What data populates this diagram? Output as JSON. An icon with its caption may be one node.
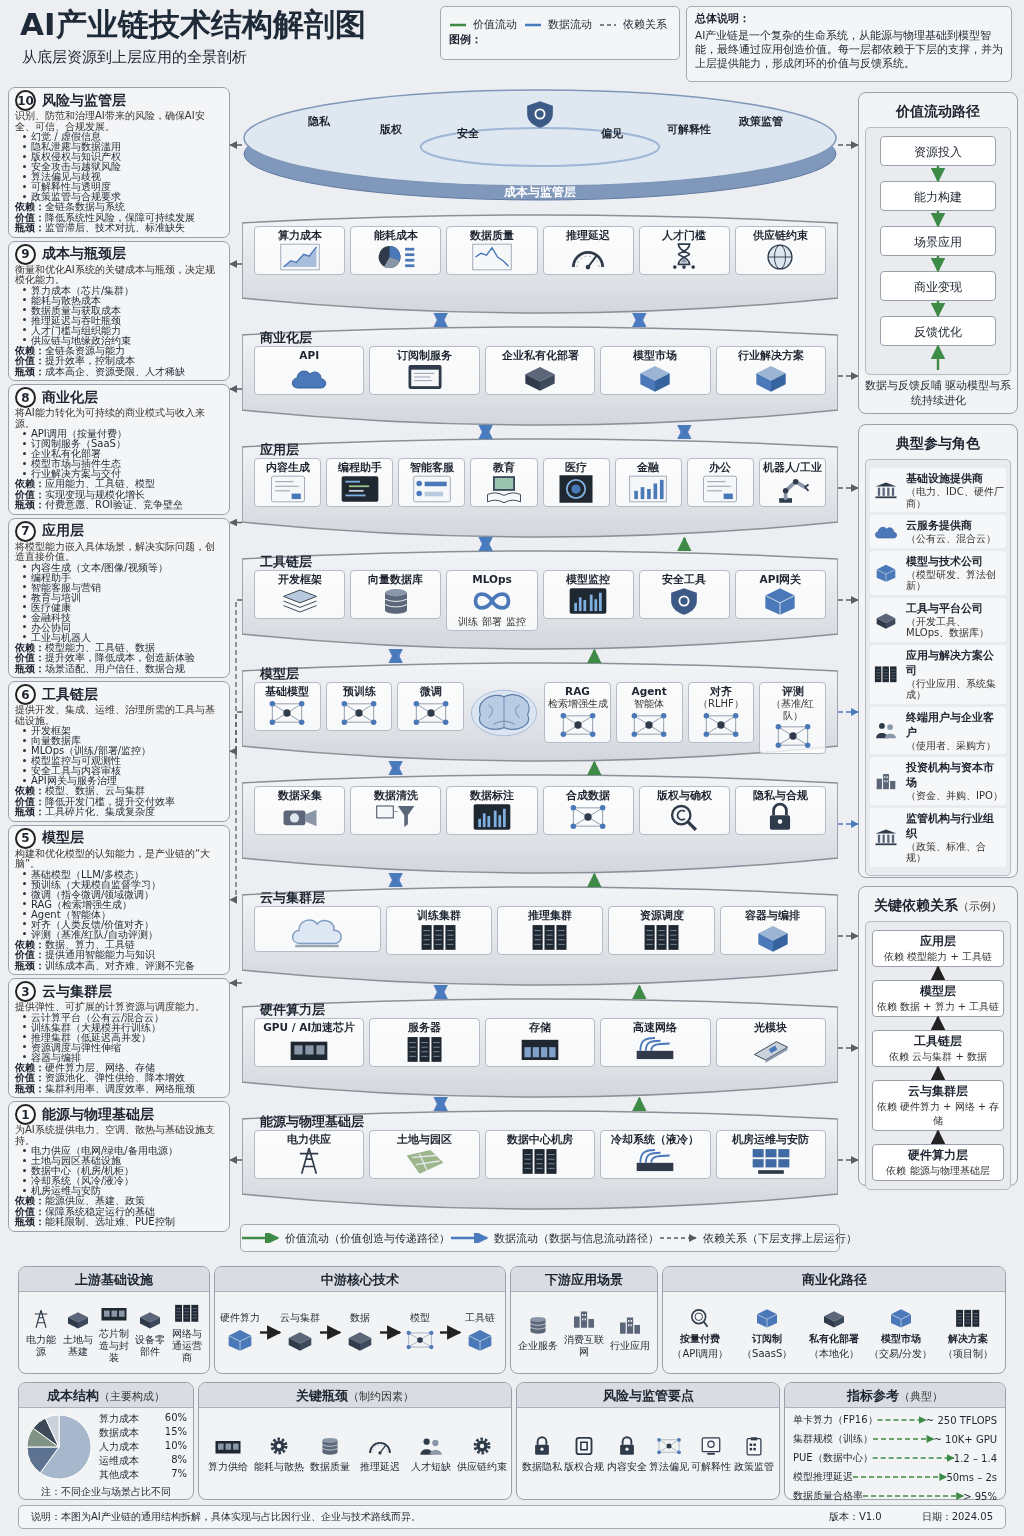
{
  "diagram": {
    "title": "AI产业链技术结构解剖图",
    "nodes": [
      {
        "text": [
          "10",
          "风险与监管层",
          "识别、防范和治理AI带来的风险，确保AI安全、可信、合规发展。",
          "幻觉 / 虚假信息",
          "隐私泄露与数据滥用",
          "版权侵权与知识产权",
          "安全攻击与越狱风险",
          "算法偏见与歧视",
          "可解释性与透明度",
          "政策监管与合规要求",
          "**依赖：**全链条数据与系统",
          "**价值：**降低系统性风险，保障可持续发展",
          "**瓶颈：**监管滞后、技术对抗、标准缺失"
        ]
      },
      {
        "text": [
          "9",
          "成本与瓶颈层",
          "衡量和优化AI系统的关键成本与瓶颈，决定规模化能力。",
          "算力成本（芯片/集群）",
          "能耗与散热成本",
          "数据质量与获取成本",
          "推理延迟与吞吐瓶颈",
          "人才门槛与组织能力",
          "供应链与地缘政治约束",
          "**依赖：**全链条资源与能力",
          "**价值：**提升效率，控制成本",
          "**瓶颈：**成本高企、资源受限、人才稀缺"
        ]
      },
      {
        "text": [
          "8",
          "商业化层",
          "将AI能力转化为可持续的商业模式与收入来源。",
          "API调用（按量付费）",
          "订阅制服务（SaaS）",
          "企业私有化部署",
          "模型市场与插件生态",
          "行业解决方案与交付",
          "**依赖：**应用能力、工具链、模型",
          "**价值：**实现变现与规模化增长",
          "**瓶颈：**付费意愿、ROI验证、竞争壁垒"
        ]
      },
      {
        "text": [
          "7",
          "应用层",
          "将模型能力嵌入具体场景，解决实际问题，创造直接价值。",
          "内容生成（文本/图像/视频等）",
          "编程助手",
          "智能客服与营销",
          "教育与培训",
          "医疗健康",
          "金融科技",
          "办公协同",
          "工业与机器人",
          "**依赖：**模型能力、工具链、数据",
          "**价值：**提升效率，降低成本，创造新体验",
          "**瓶颈：**场景适配、用户信任、数据合规"
        ]
      },
      {
        "text": [
          "6",
          "工具链层",
          "提供开发、集成、运维、治理所需的工具与基础设施。",
          "开发框架",
          "向量数据库",
          "MLOps（训练/部署/监控）",
          "模型监控与可观测性",
          "安全工具与内容审核",
          "API网关与服务治理",
          "**依赖：**模型、数据、云与集群",
          "**价值：**降低开发门槛，提升交付效率",
          "**瓶颈：**工具碎片化、集成复杂度"
        ]
      },
      {
        "text": [
          "5",
          "模型层",
          "构建和优化模型的认知能力，是产业链的“大脑”。",
          "基础模型（LLM/多模态）",
          "预训练（大规模自监督学习）",
          "微调（指令微调/领域微调）",
          "RAG（检索增强生成）",
          "Agent（智能体）",
          "对齐（人类反馈/价值对齐）",
          "评测（基准/红队/自动评测）",
          "**依赖：**数据、算力、工具链",
          "**价值：**提供通用智能能力与知识",
          "**瓶颈：**训练成本高、对齐难、评测不完备"
        ]
      },
      {
        "text": [
          "3",
          "云与集群层",
          "提供弹性、可扩展的计算资源与调度能力。",
          "云计算平台（公有云/混合云）",
          "训练集群（大规模并行训练）",
          "推理集群（低延迟高并发）",
          "资源调度与弹性伸缩",
          "容器与编排",
          "**依赖：**硬件算力层、网络、存储",
          "**价值：**资源池化、弹性供给、降本增效",
          "**瓶颈：**集群利用率、调度效率、网络瓶颈"
        ]
      },
      {
        "text": [
          "1",
          "能源与物理基础层",
          "为AI系统提供电力、空调、散热与基础设施支持。",
          "电力供应（电网/绿电/备用电源）",
          "土地与园区基础设施",
          "数据中心（机房/机柜）",
          "冷却系统（风冷/液冷）",
          "机房运维与安防",
          "**依赖：**能源供应、基建、政策",
          "**价值：**保障系统稳定运行的基础",
          "**瓶颈：**能耗限制、选址难、PUE控制"
        ]
      },
      {
        "text": [
          "隐私",
          "版权",
          "安全",
          "偏见",
          "可解释性",
          "政策监管",
          "成本与监管层"
        ]
      },
      {
        "text": [],
        "shape": "band"
      },
      {
        "text": [
          "算力成本"
        ],
        "in": 9
      },
      {
        "text": [
          "能耗成本"
        ],
        "in": 9
      },
      {
        "text": [
          "数据质量"
        ],
        "in": 9
      },
      {
        "text": [
          "推理延迟"
        ],
        "in": 9
      },
      {
        "text": [
          "人才门槛"
        ],
        "in": 9
      },
      {
        "text": [
          "供应链约束"
        ],
        "in": 9
      },
      {
        "text": [
          "商业化层"
        ]
      },
      {
        "text": [
          "API"
        ],
        "in": 16
      },
      {
        "text": [
          "订阅制服务"
        ],
        "in": 16
      },
      {
        "text": [
          "企业私有化部署"
        ],
        "in": 16
      },
      {
        "text": [
          "模型市场"
        ],
        "in": 16
      },
      {
        "text": [
          "行业解决方案"
        ],
        "in": 16
      },
      {
        "text": [
          "应用层"
        ]
      },
      {
        "text": [
          "内容生成"
        ],
        "in": 22
      },
      {
        "text": [
          "编程助手"
        ],
        "in": 22
      },
      {
        "text": [
          "智能客服"
        ],
        "in": 22
      },
      {
        "text": [
          "教育"
        ],
        "in": 22
      },
      {
        "text": [
          "医疗"
        ],
        "in": 22
      },
      {
        "text": [
          "金融"
        ],
        "in": 22
      },
      {
        "text": [
          "办公"
        ],
        "in": 22
      },
      {
        "text": [
          "机器人/工业"
        ],
        "in": 22
      },
      {
        "text": [
          "工具链层"
        ]
      },
      {
        "text": [
          "开发框架"
        ],
        "in": 31
      },
      {
        "text": [
          "向量数据库"
        ],
        "in": 31
      },
      {
        "text": [
          "MLOps",
          "训练",
          "部署",
          "监控"
        ],
        "in": 31
      },
      {
        "text": [
          "模型监控"
        ],
        "in": 31
      },
      {
        "text": [
          "安全工具"
        ],
        "in": 31
      },
      {
        "text": [
          "API网关"
        ],
        "in": 31
      },
      {
        "text": [
          "模型层"
        ]
      },
      {
        "text": [
          "基础模型"
        ],
        "in": 38
      },
      {
        "text": [
          "预训练"
        ],
        "in": 38
      },
      {
        "text": [
          "微调"
        ],
        "in": 38
      },
      {
        "text": [
          "RAG",
          "检索增强生成"
        ],
        "in": 38
      },
      {
        "text": [
          "Agent",
          "智能体"
        ],
        "in": 38
      },
      {
        "text": [
          "对齐",
          "（RLHF）"
        ],
        "in": 38
      },
      {
        "text": [
          "评测",
          "（基准/红队）"
        ],
        "in": 38
      },
      {
        "text": [],
        "shape": "band"
      },
      {
        "text": [
          "数据采集"
        ],
        "in": 46
      },
      {
        "text": [
          "数据清洗"
        ],
        "in": 46
      },
      {
        "text": [
          "数据标注"
        ],
        "in": 46
      },
      {
        "text": [
          "合成数据"
        ],
        "in": 46
      },
      {
        "text": [
          "版权与确权"
        ],
        "in": 46
      },
      {
        "text": [
          "隐私与合规"
        ],
        "in": 46
      },
      {
        "text": [
          "云与集群层"
        ]
      },
      {
        "text": [],
        "shape": "cloud",
        "in": 53
      },
      {
        "text": [
          "训练集群"
        ],
        "in": 53
      },
      {
        "text": [
          "推理集群"
        ],
        "in": 53
      },
      {
        "text": [
          "资源调度"
        ],
        "in": 53
      },
      {
        "text": [
          "容器与编排"
        ],
        "in": 53
      },
      {
        "text": [
          "硬件算力层"
        ]
      },
      {
        "text": [
          "GPU / AI加速芯片"
        ],
        "in": 59
      },
      {
        "text": [
          "服务器"
        ],
        "in": 59
      },
      {
        "text": [
          "存储"
        ],
        "in": 59
      },
      {
        "text": [
          "高速网络"
        ],
        "in": 59
      },
      {
        "text": [
          "光模块"
        ],
        "in": 59
      },
      {
        "text": [
          "能源与物理基础层"
        ]
      },
      {
        "text": [
          "电力供应"
        ],
        "in": 65
      },
      {
        "text": [
          "土地与园区"
        ],
        "in": 65
      },
      {
        "text": [
          "数据中心机房"
        ],
        "in": 65
      },
      {
        "text": [
          "冷却系统（液冷）"
        ],
        "in": 65
      },
      {
        "text": [
          "机房运维与安防"
        ],
        "in": 65
      },
      {
        "text": [
          "价值流动路径",
          "数据与反馈反哺 驱动模型与系统持续进化"
        ]
      },
      {
        "text": [
          "资源投入"
        ],
        "in": 71
      },
      {
        "text": [
          "能力构建"
        ],
        "in": 71
      },
      {
        "text": [
          "场景应用"
        ],
        "in": 71
      },
      {
        "text": [
          "商业变现"
        ],
        "in": 71
      },
      {
        "text": [
          "反馈优化"
        ],
        "in": 71
      },
      {
        "text": [
          "典型参与角色"
        ]
      },
      {
        "text": [
          "基础设施提供商",
          "（电力、IDC、硬件厂商）"
        ],
        "in": 77
      },
      {
        "text": [
          "云服务提供商",
          "（公有云、混合云）"
        ],
        "in": 77
      },
      {
        "text": [
          "模型与技术公司",
          "（模型研发、算法创新）"
        ],
        "in": 77
      },
      {
        "text": [
          "工具与平台公司",
          "（开发工具、MLOps、数据库）"
        ],
        "in": 77
      },
      {
        "text": [
          "应用与解决方案公司",
          "（行业应用、系统集成）"
        ],
        "in": 77
      },
      {
        "text": [
          "终端用户与企业客户",
          "（使用者、采购方）"
        ],
        "in": 77
      },
      {
        "text": [
          "投资机构与资本市场",
          "（资金、并购、IPO）"
        ],
        "in": 77
      },
      {
        "text": [
          "监管机构与行业组织",
          "（政策、标准、合规）"
        ],
        "in": 77
      },
      {
        "text": [
          "关键依赖关系",
          "（示例）"
        ]
      },
      {
        "text": [
          "应用层",
          "依赖 模型能力 + 工具链"
        ],
        "in": 86
      },
      {
        "text": [
          "模型层",
          "依赖 数据 + 算力 + 工具链"
        ],
        "in": 86
      },
      {
        "text": [
          "工具链层",
          "依赖 云与集群 + 数据"
        ],
        "in": 86
      },
      {
        "text": [
          "云与集群层",
          "依赖 硬件算力 + 网络 + 存储"
        ],
        "in": 86
      },
      {
        "text": [
          "硬件算力层",
          "依赖 能源与物理基础层"
        ],
        "in": 86
      },
      {
        "text": [
          "上游基础设施"
        ]
      },
      {
        "text": [
          "电力能源"
        ],
        "in": 92
      },
      {
        "text": [
          "土地与基建"
        ],
        "in": 92
      },
      {
        "text": [
          "芯片制造与封装"
        ],
        "in": 92
      },
      {
        "text": [
          "设备零部件"
        ],
        "in": 92
      },
      {
        "text": [
          "网络与通运营商"
        ],
        "in": 92
      },
      {
        "text": [
          "中游核心技术"
        ]
      },
      {
        "text": [
          "硬件算力"
        ],
        "in": 98
      },
      {
        "text": [
          "云与集群"
        ],
        "in": 98
      },
      {
        "text": [
          "数据"
        ],
        "in": 98
      },
      {
        "text": [
          "模型"
        ],
        "in": 98
      },
      {
        "text": [
          "工具链"
        ],
        "in": 98
      },
      {
        "text": [
          "下游应用场景"
        ]
      },
      {
        "text": [
          "企业服务"
        ],
        "in": 104
      },
      {
        "text": [
          "消费互联网"
        ],
        "in": 104
      },
      {
        "text": [
          "行业应用"
        ],
        "in": 104
      },
      {
        "text": [
          "商业化路径"
        ]
      },
      {
        "text": [
          "按量付费",
          "（API调用）"
        ],
        "in": 108
      },
      {
        "text": [
          "订阅制",
          "（SaasS）"
        ],
        "in": 108
      },
      {
        "text": [
          "私有化部署",
          "（本地化）"
        ],
        "in": 108
      },
      {
        "text": [
          "模型市场",
          "（交易/分发）"
        ],
        "in": 108
      },
      {
        "text": [
          "解决方案",
          "（项目制）"
        ],
        "in": 108
      },
      {
        "text": [
          "成本结构",
          "（主要构成）",
          "注：不同企业与场景占比不同"
        ]
      },
      {
        "text": [
          "关键瓶颈",
          "（制约因素）"
        ]
      },
      {
        "text": [
          "算力供给"
        ],
        "in": 115
      },
      {
        "text": [
          "能耗与散热"
        ],
        "in": 115
      },
      {
        "text": [
          "数据质量"
        ],
        "in": 115
      },
      {
        "text": [
          "推理延迟"
        ],
        "in": 115
      },
      {
        "text": [
          "人才短缺"
        ],
        "in": 115
      },
      {
        "text": [
          "供应链约束"
        ],
        "in": 115
      },
      {
        "text": [
          "风险与监管要点"
        ]
      },
      {
        "text": [
          "数据隐私"
        ],
        "in": 122
      },
      {
        "text": [
          "版权合规"
        ],
        "in": 122
      },
      {
        "text": [
          "内容安全"
        ],
        "in": 122
      },
      {
        "text": [
          "算法偏见"
        ],
        "in": 122
      },
      {
        "text": [
          "可解释性"
        ],
        "in": 122
      },
      {
        "text": [
          "政策监管"
        ],
        "in": 122
      },
      {
        "text": [
          "指标参考",
          "（典型）"
        ]
      },
      {
        "text": [
          "单卡算力（FP16）"
        ],
        "in": 129
      },
      {
        "text": [
          "~ 250 TFLOPS"
        ],
        "in": 129
      },
      {
        "text": [
          "集群规模（训练）"
        ],
        "in": 129
      },
      {
        "text": [
          "~ 10K+ GPU"
        ],
        "in": 129
      },
      {
        "text": [
          "PUE（数据中心）"
        ],
        "in": 129
      },
      {
        "text": [
          "1.2 – 1.4"
        ],
        "in": 129
      },
      {
        "text": [
          "模型推理延迟"
        ],
        "in": 129
      },
      {
        "text": [
          "50ms – 2s"
        ],
        "in": 129
      },
      {
        "text": [
          "数据质量合格率"
        ],
        "in": 129
      },
      {
        "text": [
          "> 95%"
        ],
        "in": 129
      }
    ],
    "edges": [
      {
        "from": 8,
        "to": 0,
        "arrow": "to",
        "style": "dashed"
      },
      {
        "from": 9,
        "to": 1,
        "arrow": "to",
        "style": "dashed"
      },
      {
        "from": 16,
        "to": 2,
        "arrow": "to",
        "style": "dashed"
      },
      {
        "from": 22,
        "to": 3,
        "arrow": "to",
        "style": "dashed"
      },
      {
        "from": 31,
        "to": 4,
        "arrow": "to",
        "style": "dashed"
      },
      {
        "from": 38,
        "to": 5,
        "arrow": "to",
        "style": "dashed"
      },
      {
        "from": 53,
        "to": 6,
        "arrow": "to",
        "style": "dashed"
      },
      {
        "from": 65,
        "to": 7,
        "arrow": "to",
        "style": "dashed"
      },
      {
        "from": 16,
        "to": 9,
        "arrow": "both",
        "color": "#4a7bbf"
      },
      {
        "from": 16,
        "to": 9,
        "arrow": "both",
        "color": "#4a7bbf"
      },
      {
        "from": 22,
        "to": 16,
        "arrow": "both",
        "color": "#4a7bbf"
      },
      {
        "from": 22,
        "to": 16,
        "arrow": "both",
        "color": "#4a7bbf"
      },
      {
        "from": 31,
        "to": 22,
        "arrow": "both",
        "color": "#4a7bbf"
      },
      {
        "from": 31,
        "to": 22,
        "arrow": "to",
        "color": "#3d8b46"
      },
      {
        "from": 38,
        "to": 31,
        "arrow": "both",
        "color": "#4a7bbf"
      },
      {
        "from": 38,
        "to": 31,
        "arrow": "to",
        "color": "#3d8b46"
      },
      {
        "from": 46,
        "to": 38,
        "arrow": "both",
        "color": "#4a7bbf"
      },
      {
        "from": 46,
        "to": 38,
        "arrow": "to",
        "color": "#3d8b46"
      },
      {
        "from": 53,
        "to": 46,
        "arrow": "both",
        "color": "#4a7bbf"
      },
      {
        "from": 53,
        "to": 46,
        "arrow": "to",
        "color": "#3d8b46"
      },
      {
        "from": 59,
        "to": 53,
        "arrow": "both",
        "color": "#4a7bbf"
      },
      {
        "from": 59,
        "to": 53,
        "arrow": "to",
        "color": "#3d8b46"
      },
      {
        "from": 65,
        "to": 59,
        "arrow": "both",
        "color": "#4a7bbf"
      },
      {
        "from": 65,
        "to": 59,
        "arrow": "to",
        "color": "#3d8b46"
      },
      {
        "from": 8,
        "to": 71,
        "arrow": "to",
        "style": "dashed"
      },
      {
        "from": 16,
        "to": 71,
        "arrow": "to",
        "style": "dashed"
      },
      {
        "from": 22,
        "to": 77,
        "arrow": "to",
        "style": "dashed"
      },
      {
        "from": 31,
        "to": 77,
        "arrow": "to",
        "style": "dashed"
      },
      {
        "from": 38,
        "to": 77,
        "arrow": "to",
        "style": "dashed",
        "color": "#4a7bbf"
      },
      {
        "from": 46,
        "to": 77,
        "arrow": "to",
        "style": "dashed",
        "color": "#4a7bbf"
      },
      {
        "from": 53,
        "to": 86,
        "arrow": "to",
        "style": "dashed"
      },
      {
        "from": 59,
        "to": 86,
        "arrow": "to",
        "style": "dashed"
      },
      {
        "from": 65,
        "to": 86,
        "arrow": "to",
        "style": "dashed"
      },
      {
        "from": 72,
        "to": 73,
        "arrow": "to",
        "color": "#3d8b46"
      },
      {
        "from": 73,
        "to": 74,
        "arrow": "to",
        "color": "#3d8b46"
      },
      {
        "from": 74,
        "to": 75,
        "arrow": "to",
        "color": "#3d8b46"
      },
      {
        "from": 75,
        "to": 76,
        "arrow": "to",
        "color": "#3d8b46"
      },
      {
        "from": null,
        "to": 76,
        "arrow": "to",
        "color": "#3d8b46"
      },
      {
        "from": 91,
        "to": 90,
        "arrow": "to",
        "color": "#222222"
      },
      {
        "from": 90,
        "to": 89,
        "arrow": "to",
        "color": "#222222"
      },
      {
        "from": 89,
        "to": 88,
        "arrow": "to",
        "color": "#222222"
      },
      {
        "from": 88,
        "to": 87,
        "arrow": "to",
        "color": "#222222"
      },
      {
        "from": 99,
        "to": 100,
        "arrow": "to",
        "color": "#222222"
      },
      {
        "from": 100,
        "to": 101,
        "arrow": "to",
        "color": "#222222"
      },
      {
        "from": 101,
        "to": 102,
        "arrow": "to",
        "color": "#222222"
      },
      {
        "from": 102,
        "to": 103,
        "arrow": "to",
        "color": "#222222"
      },
      {
        "from": 130,
        "to": 131,
        "arrow": "to",
        "style": "dashed",
        "color": "#3d8b46"
      },
      {
        "from": 132,
        "to": 133,
        "arrow": "to",
        "style": "dashed",
        "color": "#3d8b46"
      },
      {
        "from": 134,
        "to": 135,
        "arrow": "to",
        "style": "dashed",
        "color": "#3d8b46"
      },
      {
        "from": 136,
        "to": 137,
        "arrow": "to",
        "style": "dashed",
        "color": "#3d8b46"
      },
      {
        "from": 138,
        "to": 139,
        "arrow": "to",
        "style": "dashed",
        "color": "#3d8b46"
      }
    ],
    "labels": [
      "从底层资源到上层应用的全景剖析",
      "图例：",
      "总体说明：",
      "AI产业链是一个复杂的生命系统，从能源与物理基础到模型智能，最终通过应用创造价值。每一层都依赖于下层的支撑，并为上层提供能力，形成闭环的价值与反馈系统。",
      "说明：本图为AI产业链的通用结构拆解，具体实现与占比因行业、企业与技术路线而异。",
      "版本：V1.0",
      "日期：2024.05"
    ],
    "legend": [
      {
        "text": "价值流动"
      },
      {
        "text": "数据流动"
      },
      {
        "text": "依赖关系"
      },
      {
        "text": "价值流动（价值创造与传递路径）"
      },
      {
        "text": "数据流动（数据与信息流动路径）"
      },
      {
        "text": "依赖关系（下层支撑上层运行）"
      }
    ],
    "chart_data": {
      "type": "pie",
      "categories": [
        "算力成本",
        "数据成本",
        "人力成本",
        "运维成本",
        "其他成本"
      ],
      "values": [
        60,
        15,
        10,
        8,
        7
      ],
      "value_labels": [
        "60%",
        "15%",
        "10%",
        "8%",
        "7%"
      ]
    }
  }
}
